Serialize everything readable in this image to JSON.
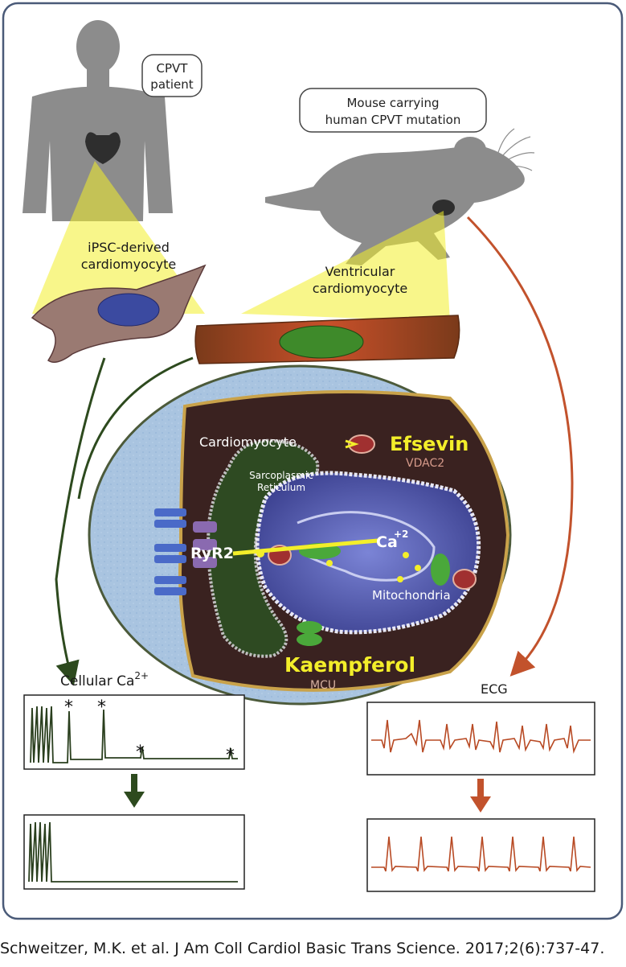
{
  "labels": {
    "patient_bubble": [
      "CPVT",
      "patient"
    ],
    "mouse_bubble": [
      "Mouse carrying",
      "human CPVT mutation"
    ],
    "ipsc": [
      "iPSC-derived",
      "cardiomyocyte"
    ],
    "ventricular": [
      "Ventricular",
      "cardiomyocyte"
    ],
    "cardiomyocyte": "Cardiomyocyte",
    "sr": [
      "Sarcoplasmic",
      "Reticulum"
    ],
    "efsevin": "Efsevin",
    "vdac2": "VDAC2",
    "ryr2": "RyR2",
    "ca": "Ca",
    "ca_charge": "+2",
    "mitochondria": "Mitochondria",
    "kaempferol": "Kaempferol",
    "mcu": "MCU",
    "cellular_ca": "Cellular Ca",
    "cellular_ca_sup": "2+",
    "ecg": "ECG",
    "asterisk": "*"
  },
  "colors": {
    "green_arrow": "#2d4a1e",
    "red_arrow": "#c2522c",
    "trace_green": "#2a3f1e",
    "trace_red": "#b84a24",
    "highlight_yellow": "#f3ee2a",
    "silhouette": "#8c8c8c",
    "cell_dark": "#3a2220",
    "mito_blue": "#4a52a8",
    "extracellular": "#a9c4e0"
  },
  "citation": "Schweitzer, M.K. et al. J Am Coll Cardiol Basic Trans Science. 2017;2(6):737-47."
}
